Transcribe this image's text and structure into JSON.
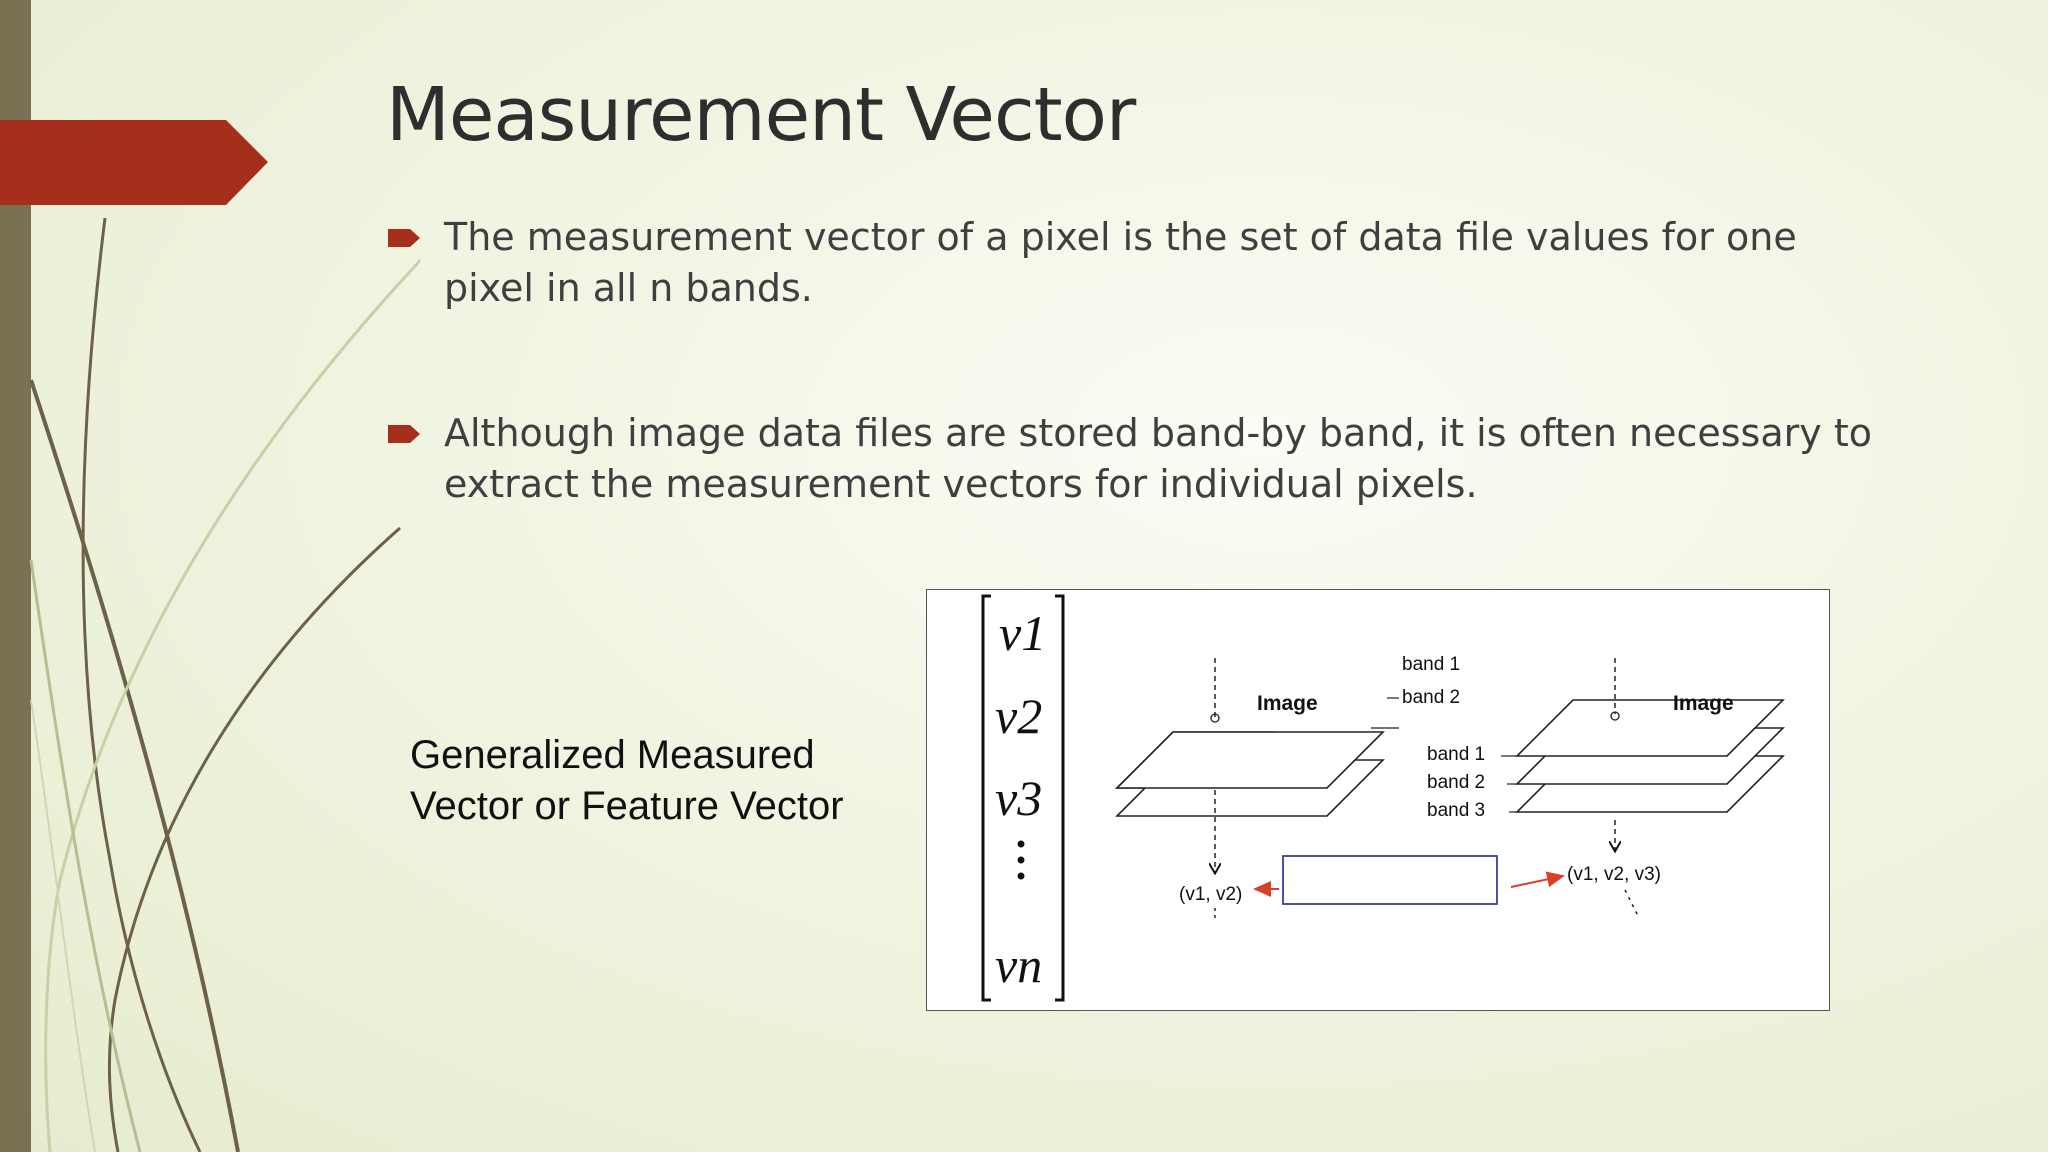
{
  "slide": {
    "title": "Measurement Vector",
    "bullets": [
      "The measurement vector of a pixel is the set of data file values for one pixel in all n bands.",
      "Although image data files are stored band-by band, it is often necessary to extract the measurement vectors for individual pixels."
    ],
    "caption_line1": "Generalized  Measured",
    "caption_line2": "Vector or Feature Vector"
  },
  "figure": {
    "vector_entries": [
      "v1",
      "v2",
      "v3",
      "vn"
    ],
    "left_stack": {
      "image_label": "Image",
      "band_labels": [
        "band 1",
        "band 2"
      ],
      "vector_label": "(v1, v2)"
    },
    "right_stack": {
      "image_label": "Image",
      "band_labels": [
        "band 1",
        "band 2",
        "band 3"
      ],
      "vector_label": "(v1, v2, v3)"
    }
  },
  "colors": {
    "accent": "#a52f1a",
    "left_bar": "#7a7052",
    "swoosh": "#6b6247",
    "swoosh_light": "#c9cfa6",
    "arrow": "#d8402a",
    "box_border": "#3a3f9a"
  }
}
